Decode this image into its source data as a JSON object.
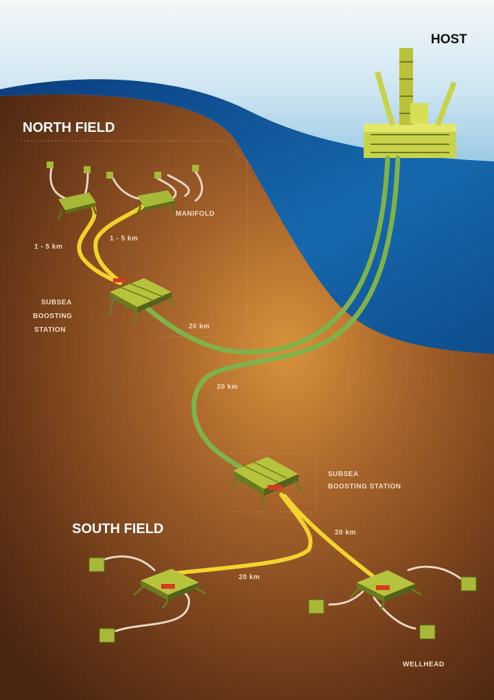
{
  "labels": {
    "host": "HOST",
    "north_field": "NORTH FIELD",
    "south_field": "SOUTH FIELD",
    "manifold": "MANIFOLD",
    "north_boosting_line1": "SUBSEA",
    "north_boosting_line2": "BOOSTING",
    "north_boosting_line3": "STATION",
    "south_boosting_line1": "SUBSEA",
    "south_boosting_line2": "BOOSTING STATION",
    "wellhead": "WELLHEAD"
  },
  "distances": {
    "north_left": "1 - 5 km",
    "north_right": "1 - 5 km",
    "north_to_host": "20 km",
    "host_to_south": "20 km",
    "south_right": "20 km",
    "south_left": "20 km"
  },
  "colors": {
    "sky": "#cfe6f2",
    "sea": "#0f4f92",
    "seabed": "#8a4f1f",
    "green_flowline": "#7fb24a",
    "yellow_flowline": "#f2d22e",
    "white_jumper": "#ead8c4"
  }
}
